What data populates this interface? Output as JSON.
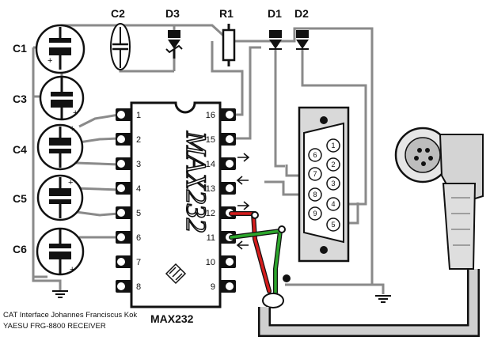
{
  "labels": {
    "c1": "C1",
    "c2": "C2",
    "c3": "C3",
    "c4": "C4",
    "c5": "C5",
    "c6": "C6",
    "d1": "D1",
    "d2": "D2",
    "d3": "D3",
    "r1": "R1"
  },
  "ic": {
    "name": "MAX232",
    "body_text": "MAX232",
    "left_pins": [
      "1",
      "2",
      "3",
      "4",
      "5",
      "6",
      "7",
      "8"
    ],
    "right_pins": [
      "16",
      "15",
      "14",
      "13",
      "12",
      "11",
      "10",
      "9"
    ]
  },
  "db9": {
    "pins": [
      "1",
      "2",
      "3",
      "4",
      "5",
      "6",
      "7",
      "8",
      "9"
    ]
  },
  "credits": {
    "line1": "CAT Interface Johannes Franciscus Kok",
    "line2": "YAESU FRG-8800 RECEIVER"
  },
  "colors": {
    "wire": "#8a8a8a",
    "body": "#ffffff",
    "red": "#d41c1c",
    "green": "#2ca62c",
    "pad": "#111111"
  }
}
